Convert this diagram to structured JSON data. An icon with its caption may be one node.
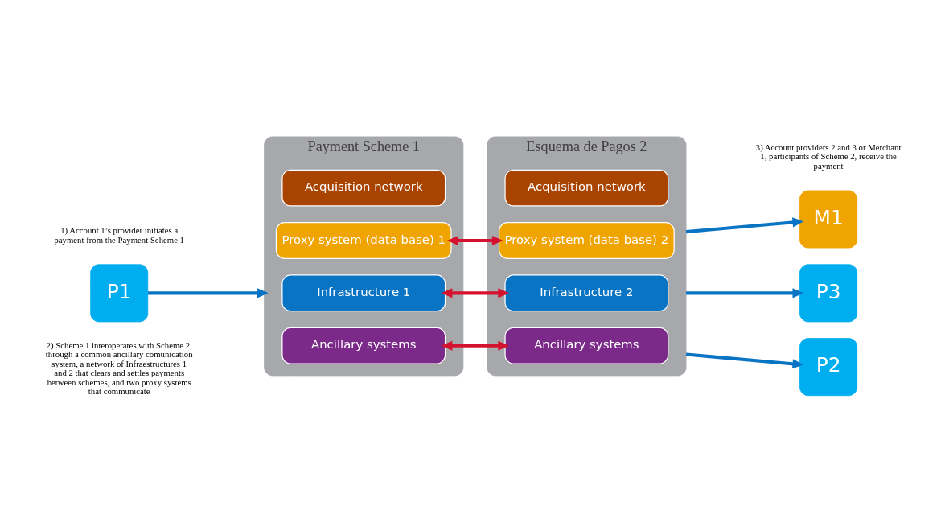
{
  "diagram": {
    "nodes": [
      {
        "text": [
          "P1"
        ]
      },
      {
        "text": [
          "Payment Scheme 1"
        ]
      },
      {
        "text": [
          "Ancillary systems"
        ],
        "in": 1
      },
      {
        "text": [
          "Infrastructure 1"
        ],
        "in": 1
      },
      {
        "text": [
          "Proxy system (data base) 1"
        ],
        "in": 1
      },
      {
        "text": [
          "Acquisition network"
        ],
        "in": 1
      },
      {
        "text": [
          "Esquema de Pagos 2"
        ]
      },
      {
        "text": [
          "Ancillary systems"
        ],
        "in": 6
      },
      {
        "text": [
          "Infrastructure 2"
        ],
        "in": 6
      },
      {
        "text": [
          "Proxy system (data base) 2"
        ],
        "in": 6
      },
      {
        "text": [
          "Acquisition network"
        ],
        "in": 6
      },
      {
        "text": [
          "P2"
        ]
      },
      {
        "text": [
          "P3"
        ]
      },
      {
        "text": [
          "M1"
        ]
      }
    ],
    "edges": [
      {
        "from": 0,
        "to": 1,
        "arrow": "to"
      },
      {
        "from": 2,
        "to": 7,
        "arrow": "both",
        "color": "#d4122f"
      },
      {
        "from": 3,
        "to": 8,
        "arrow": "both",
        "color": "#d4122f"
      },
      {
        "from": 4,
        "to": 9,
        "arrow": "both",
        "color": "#d4122f"
      },
      {
        "from": 6,
        "to": 11,
        "arrow": "to"
      },
      {
        "from": 6,
        "to": 12,
        "arrow": "to"
      },
      {
        "from": 6,
        "to": 13,
        "arrow": "to"
      }
    ],
    "labels": [
      "1) Account 1’s provider initiates a payment from the Payment Scheme 1",
      "3) Account providers 2 and 3 or Merchant 1, participants of Scheme 2, receive the payment",
      "2) Scheme 1 interoperates with Scheme 2, through a common ancillary comunication system, a network of Infraestructures 1 and 2 that clears and settles payments between schemes, and two proxy systems that communicate"
    ]
  }
}
